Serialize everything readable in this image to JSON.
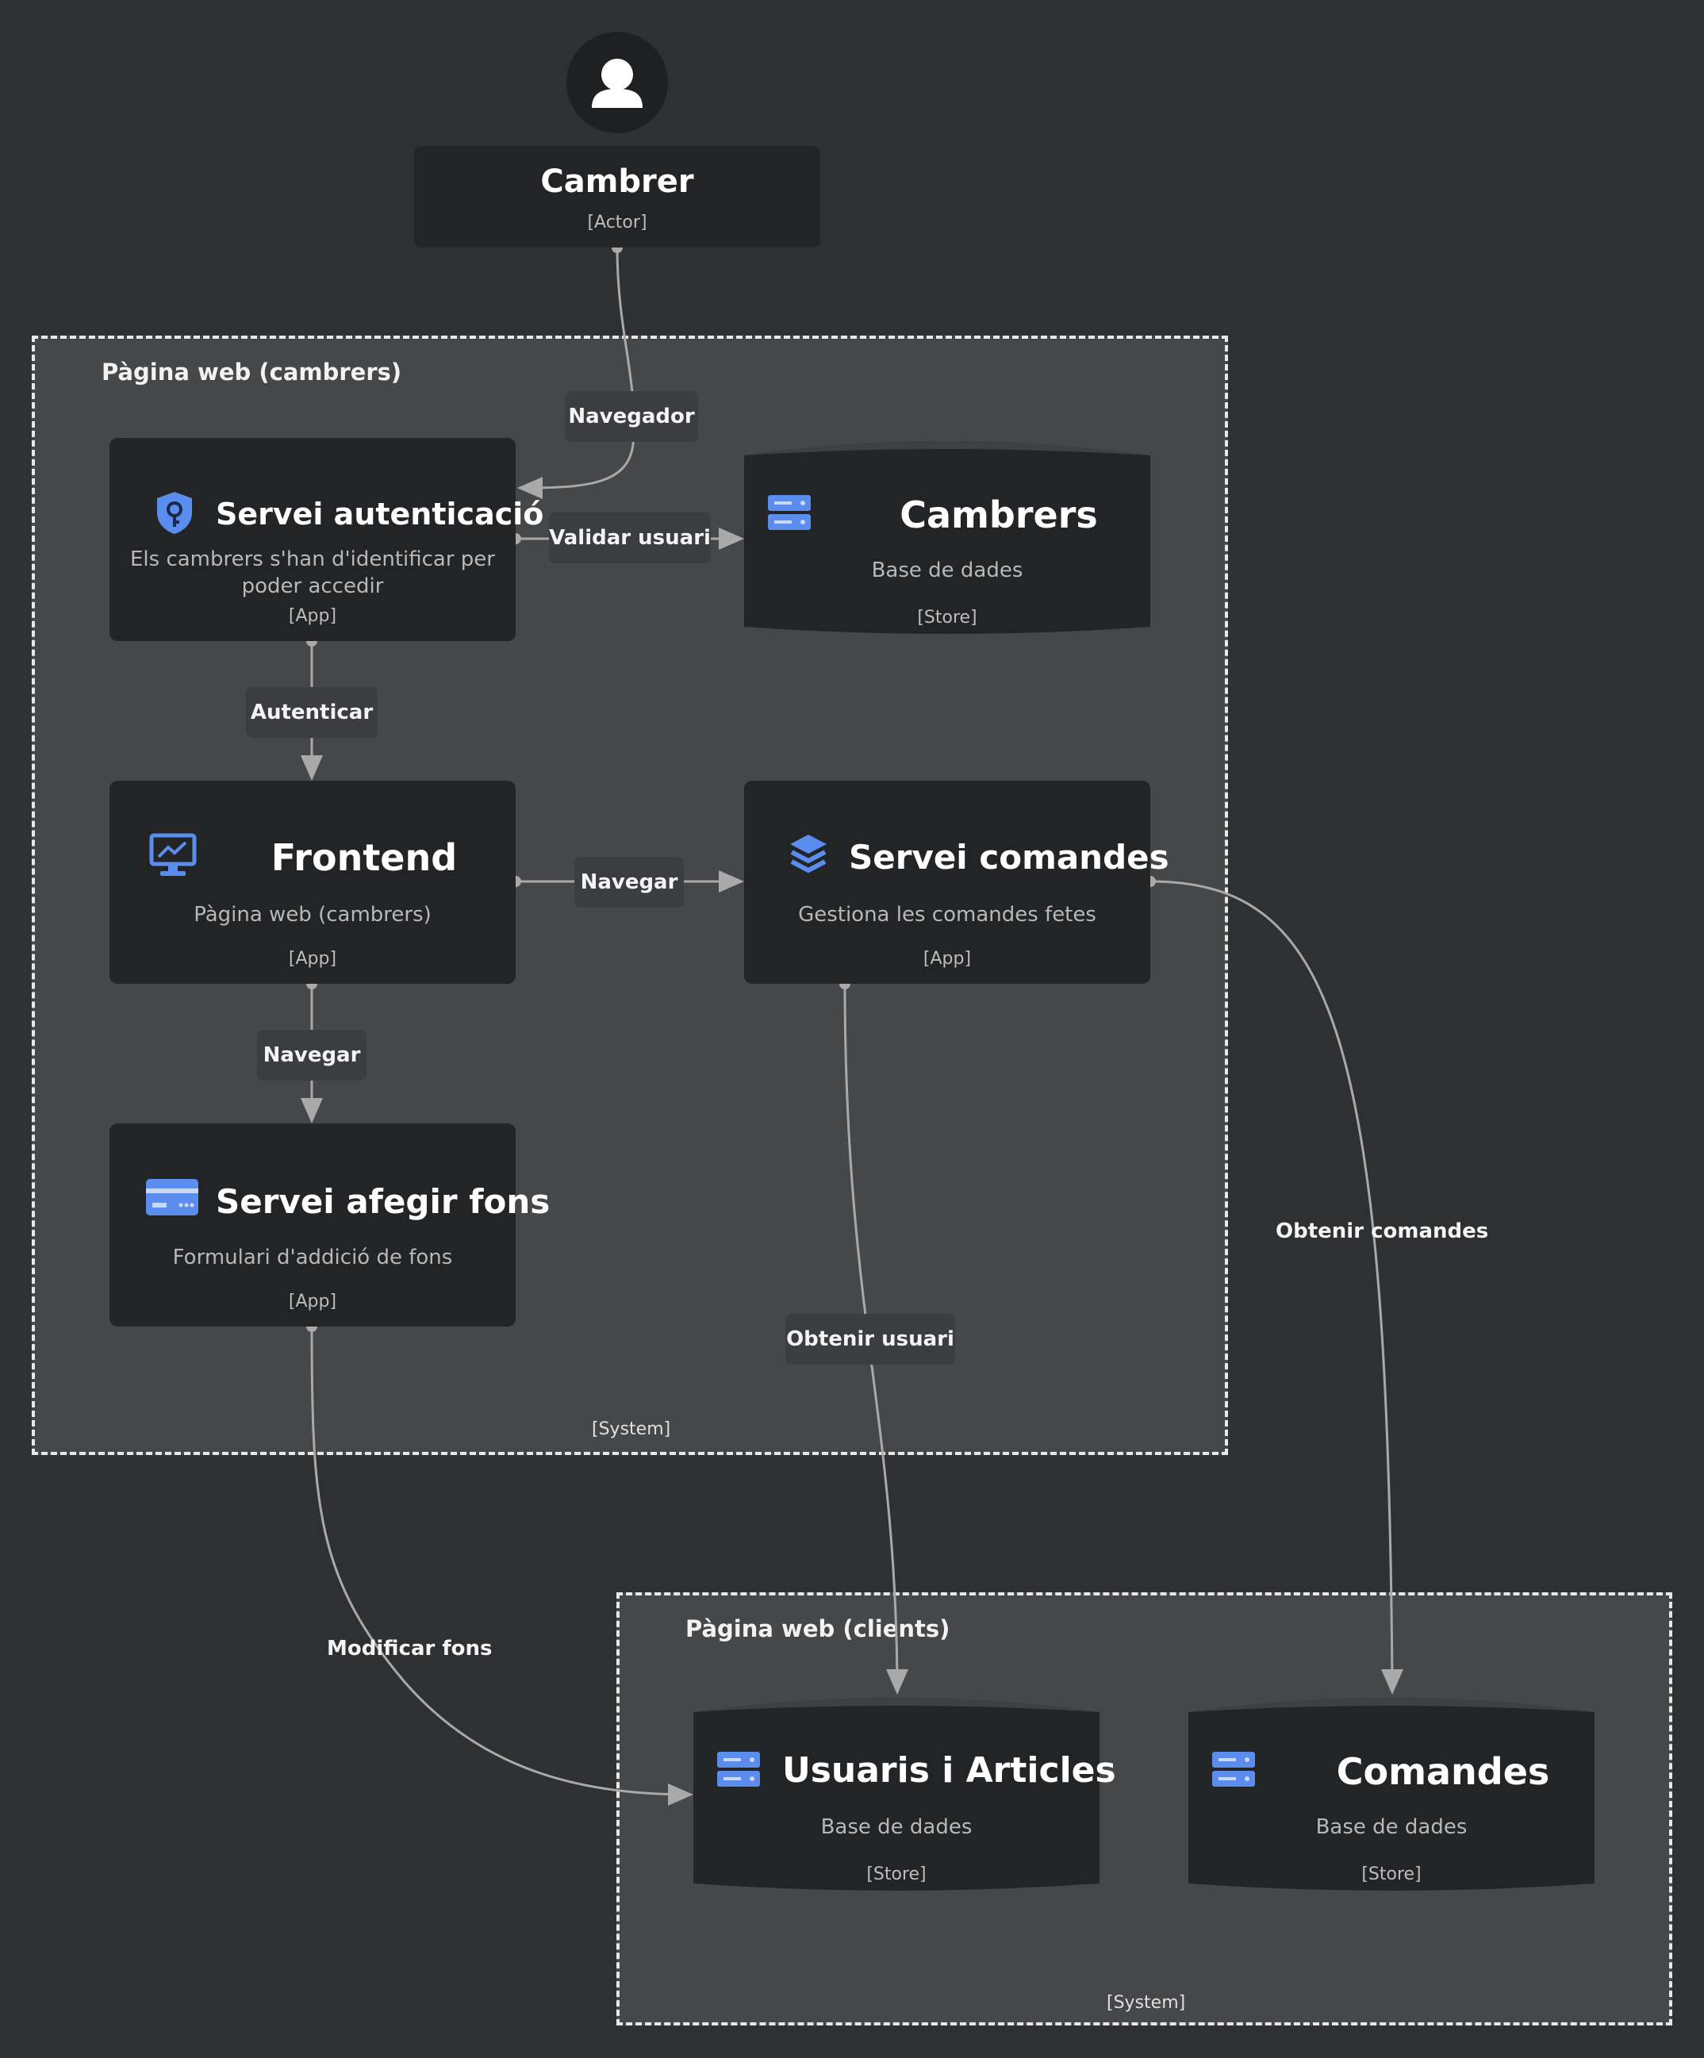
{
  "actor": {
    "name": "Cambrer",
    "tag": "[Actor]",
    "icon": "person-icon"
  },
  "groups": {
    "waiters": {
      "label": "Pàgina web (cambrers)",
      "tag": "[System]"
    },
    "clients": {
      "label": "Pàgina web (clients)",
      "tag": "[System]"
    }
  },
  "nodes": {
    "auth": {
      "title": "Servei autenticació",
      "desc": "Els cambrers s'han d'identificar per poder accedir",
      "tag": "[App]",
      "icon": "shield-key-icon"
    },
    "cambrers_db": {
      "title": "Cambrers",
      "desc": "Base de dades",
      "tag": "[Store]",
      "icon": "database-server-icon"
    },
    "frontend": {
      "title": "Frontend",
      "desc": "Pàgina web (cambrers)",
      "tag": "[App]",
      "icon": "monitor-chart-icon"
    },
    "orders": {
      "title": "Servei comandes",
      "desc": "Gestiona les comandes fetes",
      "tag": "[App]",
      "icon": "layers-icon"
    },
    "funds": {
      "title": "Servei afegir fons",
      "desc": "Formulari d'addició de fons",
      "tag": "[App]",
      "icon": "credit-card-icon"
    },
    "users_db": {
      "title": "Usuaris i Articles",
      "desc": "Base de dades",
      "tag": "[Store]",
      "icon": "database-server-icon"
    },
    "orders_db": {
      "title": "Comandes",
      "desc": "Base de dades",
      "tag": "[Store]",
      "icon": "database-server-icon"
    }
  },
  "edges": {
    "navegador": "Navegador",
    "validar": "Validar usuari",
    "autenticar": "Autenticar",
    "navegar1": "Navegar",
    "navegar2": "Navegar",
    "obtenir_usuari": "Obtenir usuari",
    "obtenir_comandes": "Obtenir comandes",
    "modificar_fons": "Modificar fons"
  },
  "colors": {
    "background": "#2f3032",
    "group_fill": "#464749",
    "node_fill": "#232426",
    "edge": "#a9a9a9",
    "icon_accent": "#5b8def"
  }
}
